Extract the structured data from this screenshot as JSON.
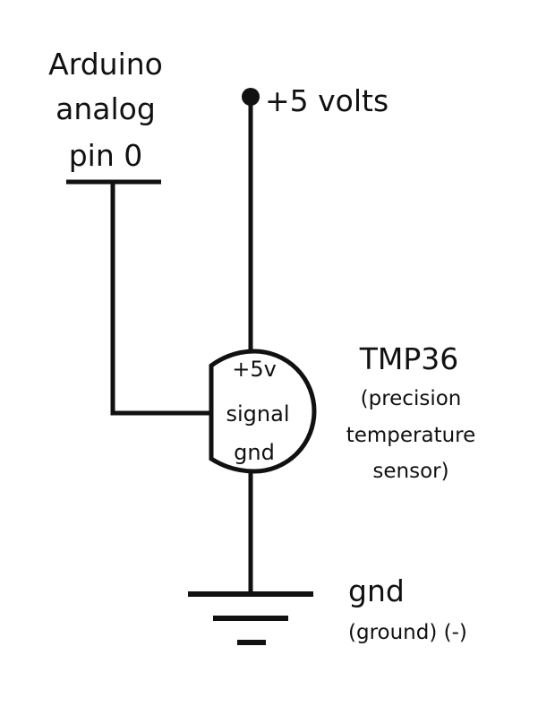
{
  "arduino": {
    "line1": "Arduino",
    "line2": "analog",
    "line3": "pin 0"
  },
  "supply": {
    "label": "+5 volts"
  },
  "sensor": {
    "name": "TMP36",
    "desc_line1": "(precision",
    "desc_line2": "temperature",
    "desc_line3": "sensor)",
    "pins": {
      "vcc": "+5v",
      "signal": "signal",
      "gnd": "gnd"
    }
  },
  "ground": {
    "label": "gnd",
    "sub": "(ground) (-)"
  },
  "colors": {
    "ink": "#111111",
    "background": "#ffffff"
  }
}
